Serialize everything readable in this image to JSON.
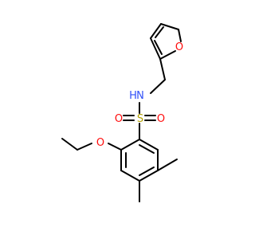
{
  "diagram": {
    "type": "chemical-structure",
    "colors": {
      "bond": "#000000",
      "oxygen": "#ff0d0d",
      "nitrogen": "#3050f8",
      "sulfur": "#b2a000",
      "background": "#ffffff"
    },
    "atoms": {
      "furan_oxygen": "O",
      "amine_n": "N",
      "amine_h": "H",
      "sulfur": "S",
      "sulfonyl_o_left": "O",
      "sulfonyl_o_right": "O",
      "ether_o": "O"
    }
  }
}
